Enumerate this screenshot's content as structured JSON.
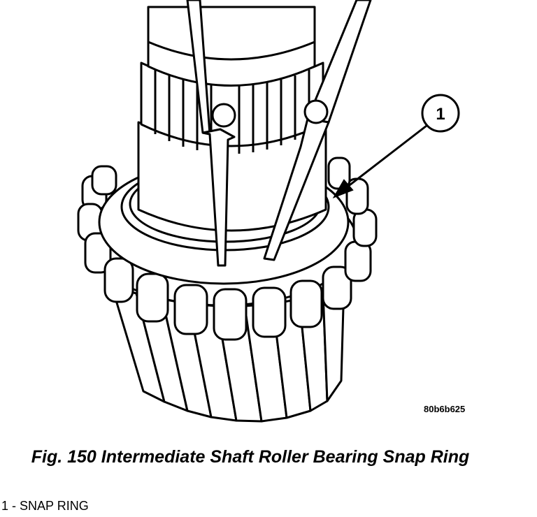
{
  "figure": {
    "callout_number": "1",
    "image_code": "80b6b625",
    "caption": "Fig. 150 Intermediate Shaft Roller Bearing Snap Ring",
    "legend": [
      {
        "label": "1 - SNAP RING"
      }
    ]
  }
}
